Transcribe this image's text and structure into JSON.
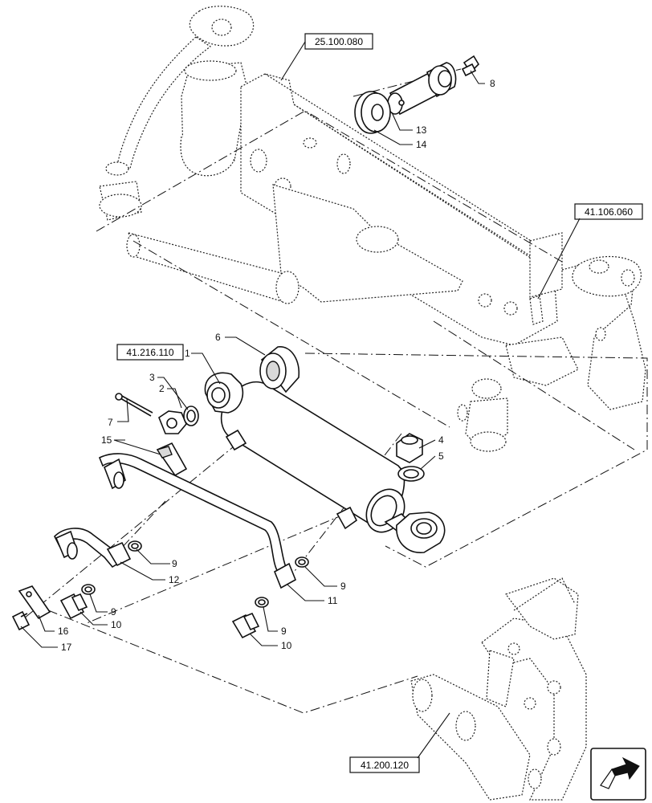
{
  "references": {
    "ref_top": "25.100.080",
    "ref_right": "41.106.060",
    "ref_cylinder": "41.216.110",
    "ref_bottom": "41.200.120"
  },
  "callouts": {
    "c1": "1",
    "c2": "2",
    "c3": "3",
    "c4": "4",
    "c5": "5",
    "c6": "6",
    "c7": "7",
    "c8": "8",
    "c9a": "9",
    "c9b": "9",
    "c9c": "9",
    "c9d": "9",
    "c10a": "10",
    "c10b": "10",
    "c11": "11",
    "c12": "12",
    "c13": "13",
    "c14": "14",
    "c15": "15",
    "c16": "16",
    "c17": "17"
  },
  "nav_icon": "next-page-arrow-icon"
}
